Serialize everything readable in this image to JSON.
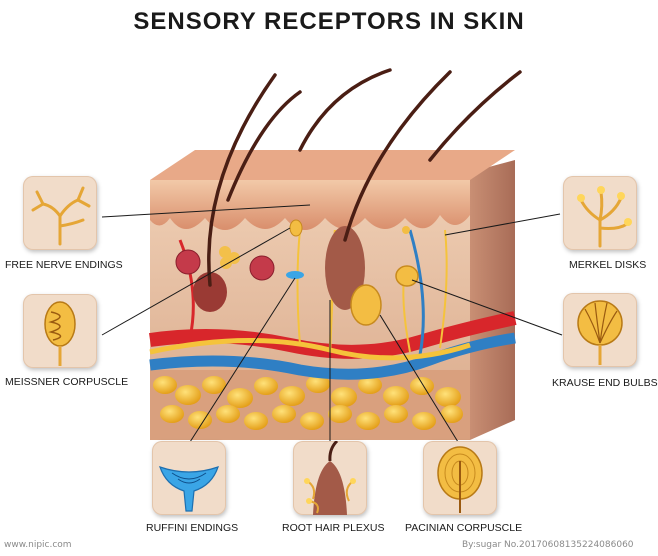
{
  "title": "SENSORY RECEPTORS IN SKIN",
  "labels": {
    "free_nerve_endings": "FREE NERVE ENDINGS",
    "meissner_corpuscle": "MEISSNER CORPUSCLE",
    "merkel_disks": "MERKEL DISKS",
    "krause_end_bulbs": "KRAUSE END BULBS",
    "ruffini_endings": "RUFFINI ENDINGS",
    "root_hair_plexus": "ROOT HAIR PLEXUS",
    "pacinian_corpuscle": "PACINIAN CORPUSCLE"
  },
  "watermark": {
    "left": "www.nipic.com",
    "right": "By:sugar  No.20170608135224086060"
  },
  "colors": {
    "epidermis": "#e9b58f",
    "dermis": "#e8c4a6",
    "fat": "#f2b52b",
    "artery": "#d8262b",
    "vein": "#2f7fc4",
    "nerve": "#f5c33b",
    "hair": "#4a1e14"
  }
}
